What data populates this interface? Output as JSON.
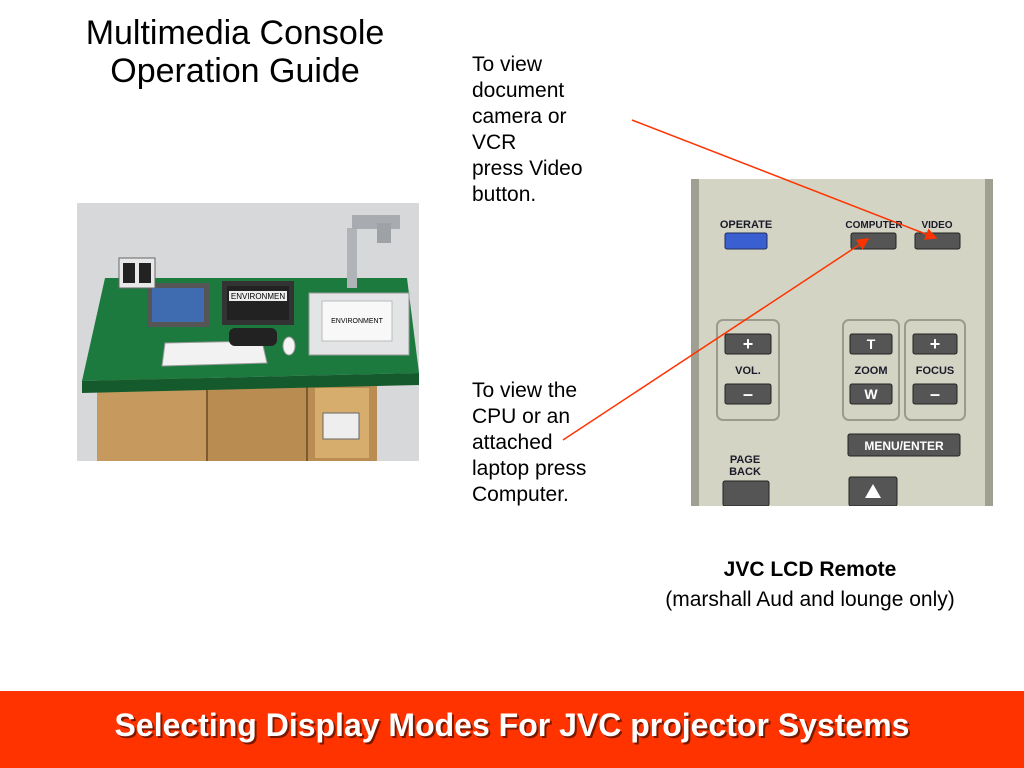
{
  "title": {
    "line1": "Multimedia Console",
    "line2": "Operation Guide"
  },
  "notes": {
    "video": [
      "To view",
      "document",
      "camera or",
      "VCR",
      "press Video",
      "button."
    ],
    "computer": [
      "To view the",
      "CPU or an",
      "attached",
      "laptop press",
      "Computer."
    ]
  },
  "remote": {
    "operate": "OPERATE",
    "computer": "COMPUTER",
    "video": "VIDEO",
    "vol": "VOL.",
    "zoom": "ZOOM",
    "focus": "FOCUS",
    "plus": "+",
    "minus": "–",
    "t": "T",
    "w": "W",
    "menu_enter": "MENU/ENTER",
    "page": "PAGE",
    "back": "BACK"
  },
  "caption": {
    "title": "JVC LCD Remote",
    "subtitle": "(marshall Aud and lounge only)"
  },
  "console_photo": {
    "monitor_label": "ENVIRONMEN",
    "document_label": "ENVIRONMENT"
  },
  "footer": {
    "text": "Selecting Display Modes For JVC projector Systems"
  },
  "colors": {
    "footer_bg": "#ff3300",
    "arrow": "#ff3300",
    "operate_button": "#3a5fd0",
    "console_top": "#1d7a3e"
  }
}
